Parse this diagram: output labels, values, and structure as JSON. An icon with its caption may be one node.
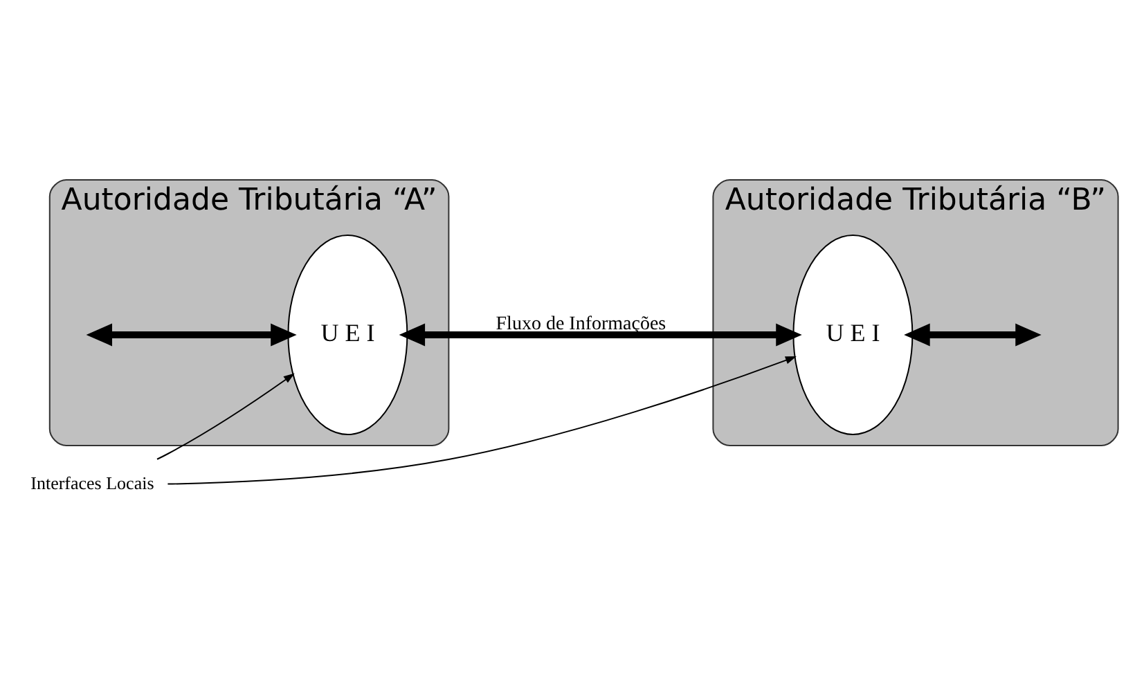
{
  "diagram": {
    "nodes": [
      {
        "text": [
          "Autoridade Tributária “A”"
        ]
      },
      {
        "text": [
          "U E I"
        ],
        "in": 0
      },
      {
        "text": [
          "Autoridade Tributária “B”"
        ]
      },
      {
        "text": [
          "U E I"
        ],
        "in": 2
      },
      {
        "text": [
          "Interfaces Locais"
        ]
      }
    ],
    "edges": [
      {
        "from": null,
        "to": 1,
        "arrow": "both"
      },
      {
        "from": 1,
        "to": 3,
        "arrow": "both",
        "label": "Fluxo de Informações"
      },
      {
        "from": 3,
        "to": null,
        "arrow": "both"
      },
      {
        "from": 4,
        "to": 1,
        "arrow": "to"
      },
      {
        "from": 4,
        "to": 3,
        "arrow": "to"
      }
    ]
  }
}
